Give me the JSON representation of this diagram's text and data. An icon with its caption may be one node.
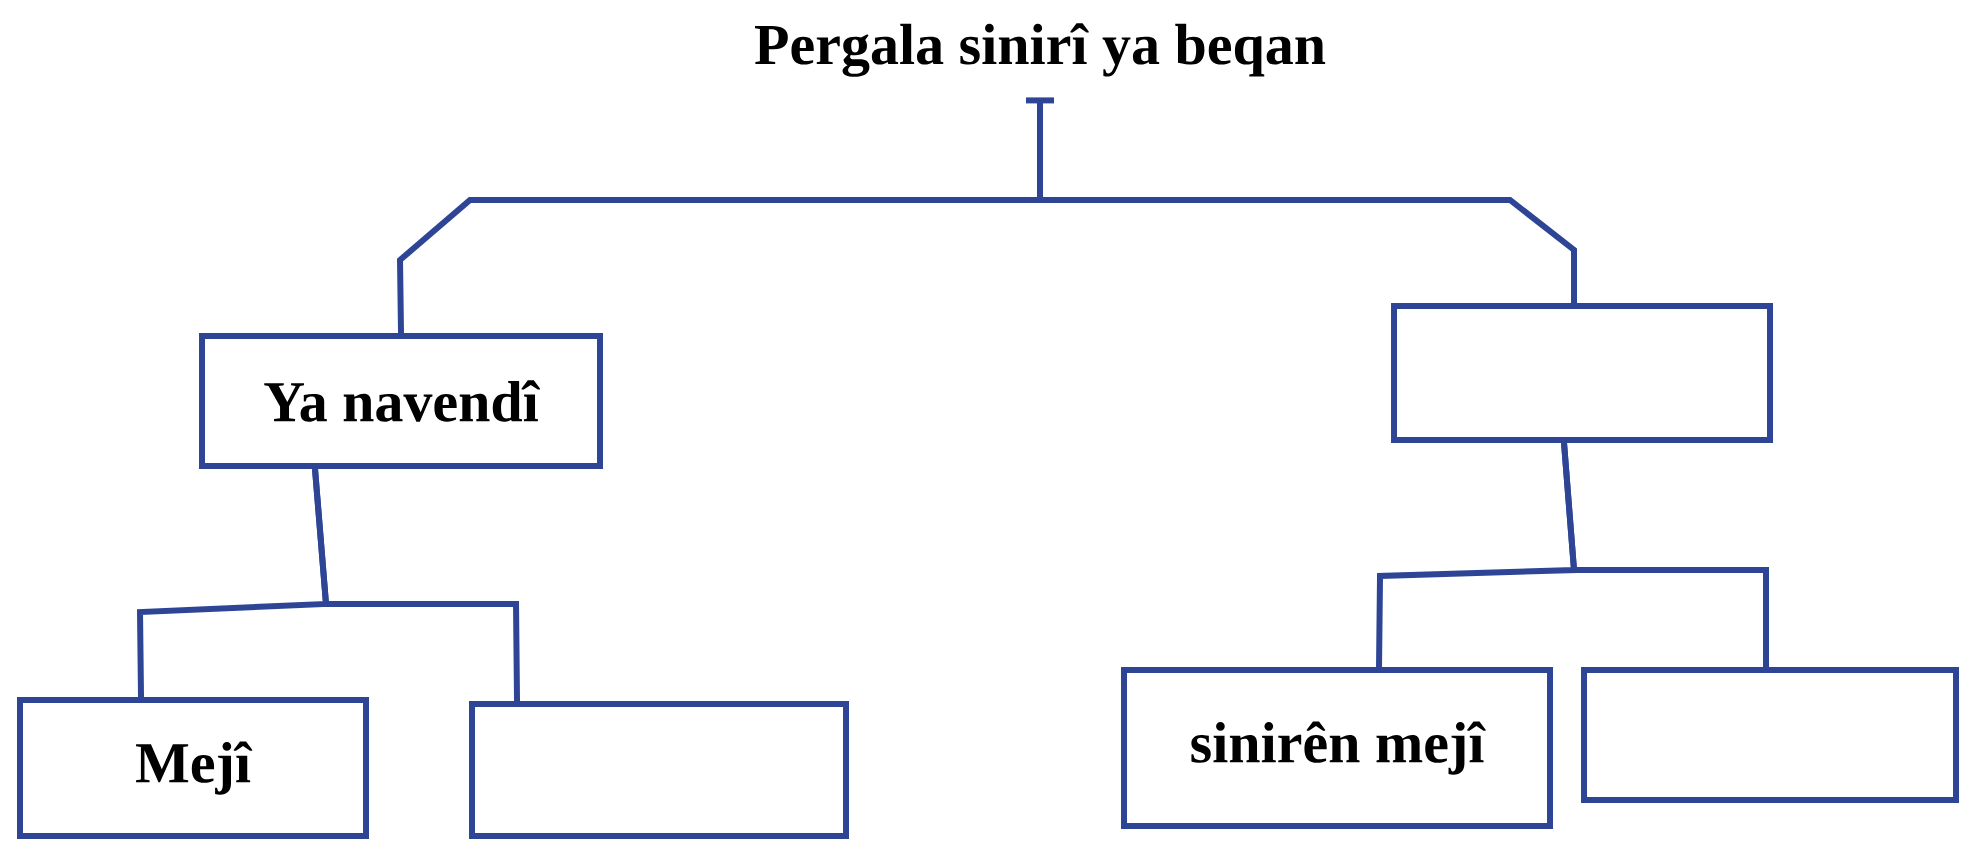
{
  "diagram": {
    "nodes": [
      {
        "text": [
          "Pergala sinirî ya beqan"
        ]
      },
      {
        "text": [
          "Ya navendî"
        ]
      },
      {
        "text": [],
        "shape": "box"
      },
      {
        "text": [
          "Mejî"
        ]
      },
      {
        "text": [],
        "shape": "box"
      },
      {
        "text": [
          "sinirên mejî"
        ]
      },
      {
        "text": [],
        "shape": "box"
      }
    ],
    "edges": [
      {
        "from": 0,
        "to": 1,
        "arrow": "none"
      },
      {
        "from": 0,
        "to": 2,
        "arrow": "none"
      },
      {
        "from": 1,
        "to": 3,
        "arrow": "none"
      },
      {
        "from": 1,
        "to": 4,
        "arrow": "none"
      },
      {
        "from": 2,
        "to": 5,
        "arrow": "none"
      },
      {
        "from": 2,
        "to": 6,
        "arrow": "none"
      }
    ]
  }
}
